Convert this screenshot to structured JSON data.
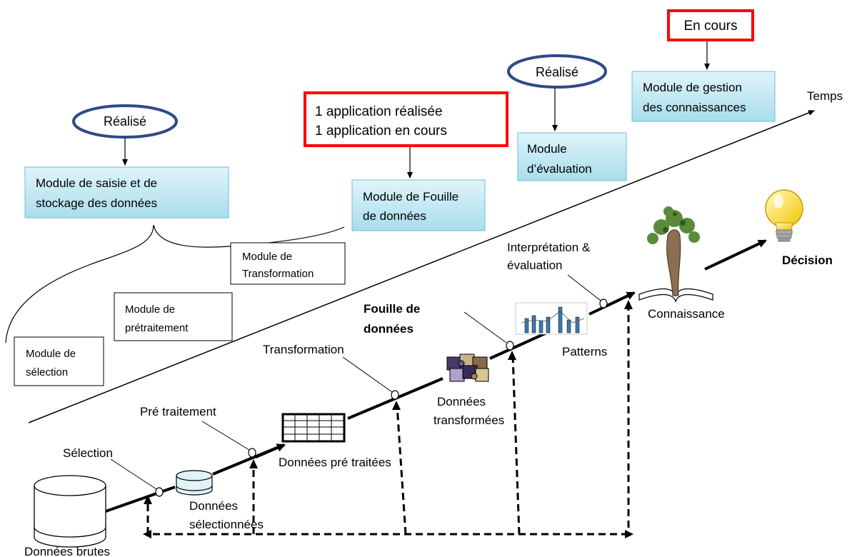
{
  "labels": {
    "temps": "Temps",
    "donnees_brutes": "Données brutes",
    "selection": "Sélection",
    "donnees_selectionnees_1": "Données",
    "donnees_selectionnees_2": "sélectionnées",
    "pre_traitement": "Pré traitement",
    "donnees_pre_traitees": "Données pré traitées",
    "transformation": "Transformation",
    "donnees_transformees_1": "Données",
    "donnees_transformees_2": "transformées",
    "fouille_1": "Fouille de",
    "fouille_2": "données",
    "interpretation_1": "Interprétation &",
    "interpretation_2": "évaluation",
    "patterns": "Patterns",
    "connaissance": "Connaissance",
    "decision": "Décision"
  },
  "boxes": {
    "saisie_1": "Module de saisie et  de",
    "saisie_2": "stockage des données",
    "fouille_module_1": "Module de Fouille",
    "fouille_module_2": "de données",
    "evaluation_1": "Module",
    "evaluation_2": "d’évaluation",
    "gestion_1": "Module de gestion",
    "gestion_2": "des connaissances",
    "selection_module_1": "Module de",
    "selection_module_2": "sélection",
    "pretraitement_module_1": "Module de",
    "pretraitement_module_2": "prétraitement",
    "transformation_module_1": "Module de",
    "transformation_module_2": "Transformation"
  },
  "status": {
    "realise_left": "Réalisé",
    "realise_right": "Réalisé",
    "en_cours": "En cours",
    "app_1": "1 application réalisée",
    "app_2": "1 application en cours"
  },
  "colors": {
    "module_fill": "#bfe8f2",
    "module_stroke": "#5fb0cc",
    "status_red": "#ff0000",
    "ellipse_blue": "#2e4a8a"
  }
}
